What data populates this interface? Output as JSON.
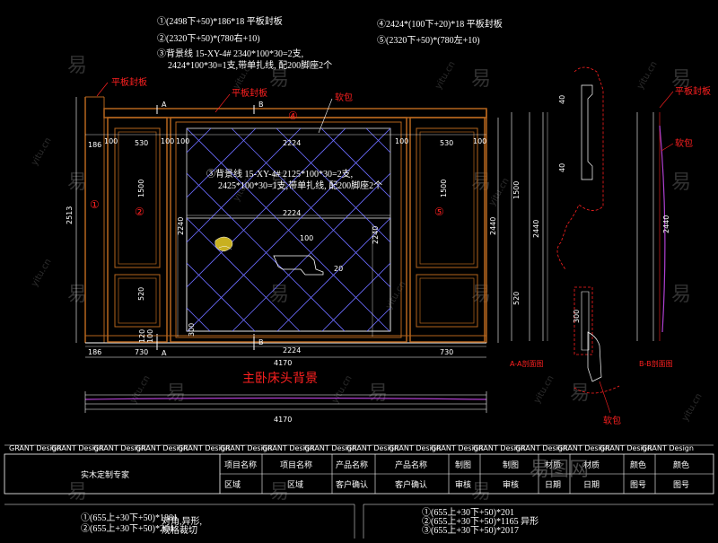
{
  "notes_top_left": [
    "①(2498下+50)*186*18  平板封板",
    "②(2320下+50)*(780右+10)",
    "③背景线 15-XY-4#  2340*100*30=2支,",
    "2424*100*30=1支,带单扎线, 配200脚座2个"
  ],
  "notes_top_right": [
    "④2424*(100下+20)*18  平板封板",
    "⑤(2320下+50)*(780左+10)"
  ],
  "center_note": [
    "③背景线 15-XY-4#  2125*100*30=2支,",
    "2425*100*30=1支,带单扎线, 配200脚座2个"
  ],
  "labels": {
    "flat_board_1": "平板封板",
    "flat_board_2": "平板封板",
    "flat_board_3": "平板封板",
    "soft_pack_1": "软包",
    "soft_pack_2": "软包",
    "soft_pack_3": "软包",
    "section_a_label": "A",
    "section_a2_label": "A",
    "section_b_label": "B",
    "section_b2_label": "B",
    "title_main": "主卧床头背景",
    "section_aa": "A-A剖面图",
    "section_bb": "B-B剖面图"
  },
  "circle_nums": {
    "n1": "①",
    "n2": "②",
    "n3": "③",
    "n4": "④",
    "n5": "⑤"
  },
  "dims": {
    "d186a": "186",
    "d100a": "100",
    "d530a": "530",
    "d100b": "100",
    "d100c": "100",
    "d2224a": "2224",
    "d100d": "100",
    "d530b": "530",
    "d100e": "100",
    "d2513": "2513",
    "d1500a": "1500",
    "d2240a": "2240",
    "d2224b": "2224",
    "d2240b": "2240",
    "d1500b": "1500",
    "d2440a": "2440",
    "d520a": "520",
    "d120": "120",
    "d100f": "100",
    "d300": "300",
    "d100g": "100",
    "d20": "20",
    "d2224c": "2224",
    "d186b": "186",
    "d730a": "730",
    "d730b": "730",
    "d4170a": "4170",
    "d4170b": "4170",
    "d40a": "40",
    "d40b": "40",
    "d1500c": "1500",
    "d2440b": "2440",
    "d520b": "520",
    "d300b": "300",
    "d2440c": "2440"
  },
  "title_block": {
    "top_row_tags": [
      "GRANT Design",
      "GRANT Design",
      "GRANT Design",
      "GRANT Design",
      "GRANT Design",
      "GRANT Design",
      "GRANT Design",
      "GRANT Design",
      "GRANT Design",
      "GRANT Design",
      "GRANT Design",
      "GRANT Design",
      "GRANT Design",
      "GRANT Design",
      "GRANT Design",
      "GRANT Design"
    ],
    "company": "实木定制专家",
    "row1": [
      "项目名称",
      "项目名称",
      "产品名称",
      "产品名称",
      "制图",
      "制图",
      "材质",
      "材质",
      "颜色",
      "颜色"
    ],
    "row2": [
      "区域",
      "区域",
      "客户确认",
      "客户确认",
      "审核",
      "审核",
      "日期",
      "日期",
      "图号",
      "图号"
    ]
  },
  "bottom_notes_left": [
    "①(655上+30下+50)*1881",
    "对角,异形,",
    "②(655上+30下+50)*204",
    "规格裁切"
  ],
  "bottom_notes_right": [
    "①(655上+30下+50)*201",
    "②(655上+30下+50)*1165  异形",
    "③(655上+30下+50)*2017"
  ],
  "watermark": {
    "char": "易",
    "site": "yitu.cn",
    "brand": "易图网"
  },
  "colors": {
    "background": "#000000",
    "line_white": "#ffffff",
    "frame_brown": "#b5651d",
    "accent_red": "#ff2020",
    "blue_grid": "#6c6cff",
    "purple": "#b040d0"
  }
}
